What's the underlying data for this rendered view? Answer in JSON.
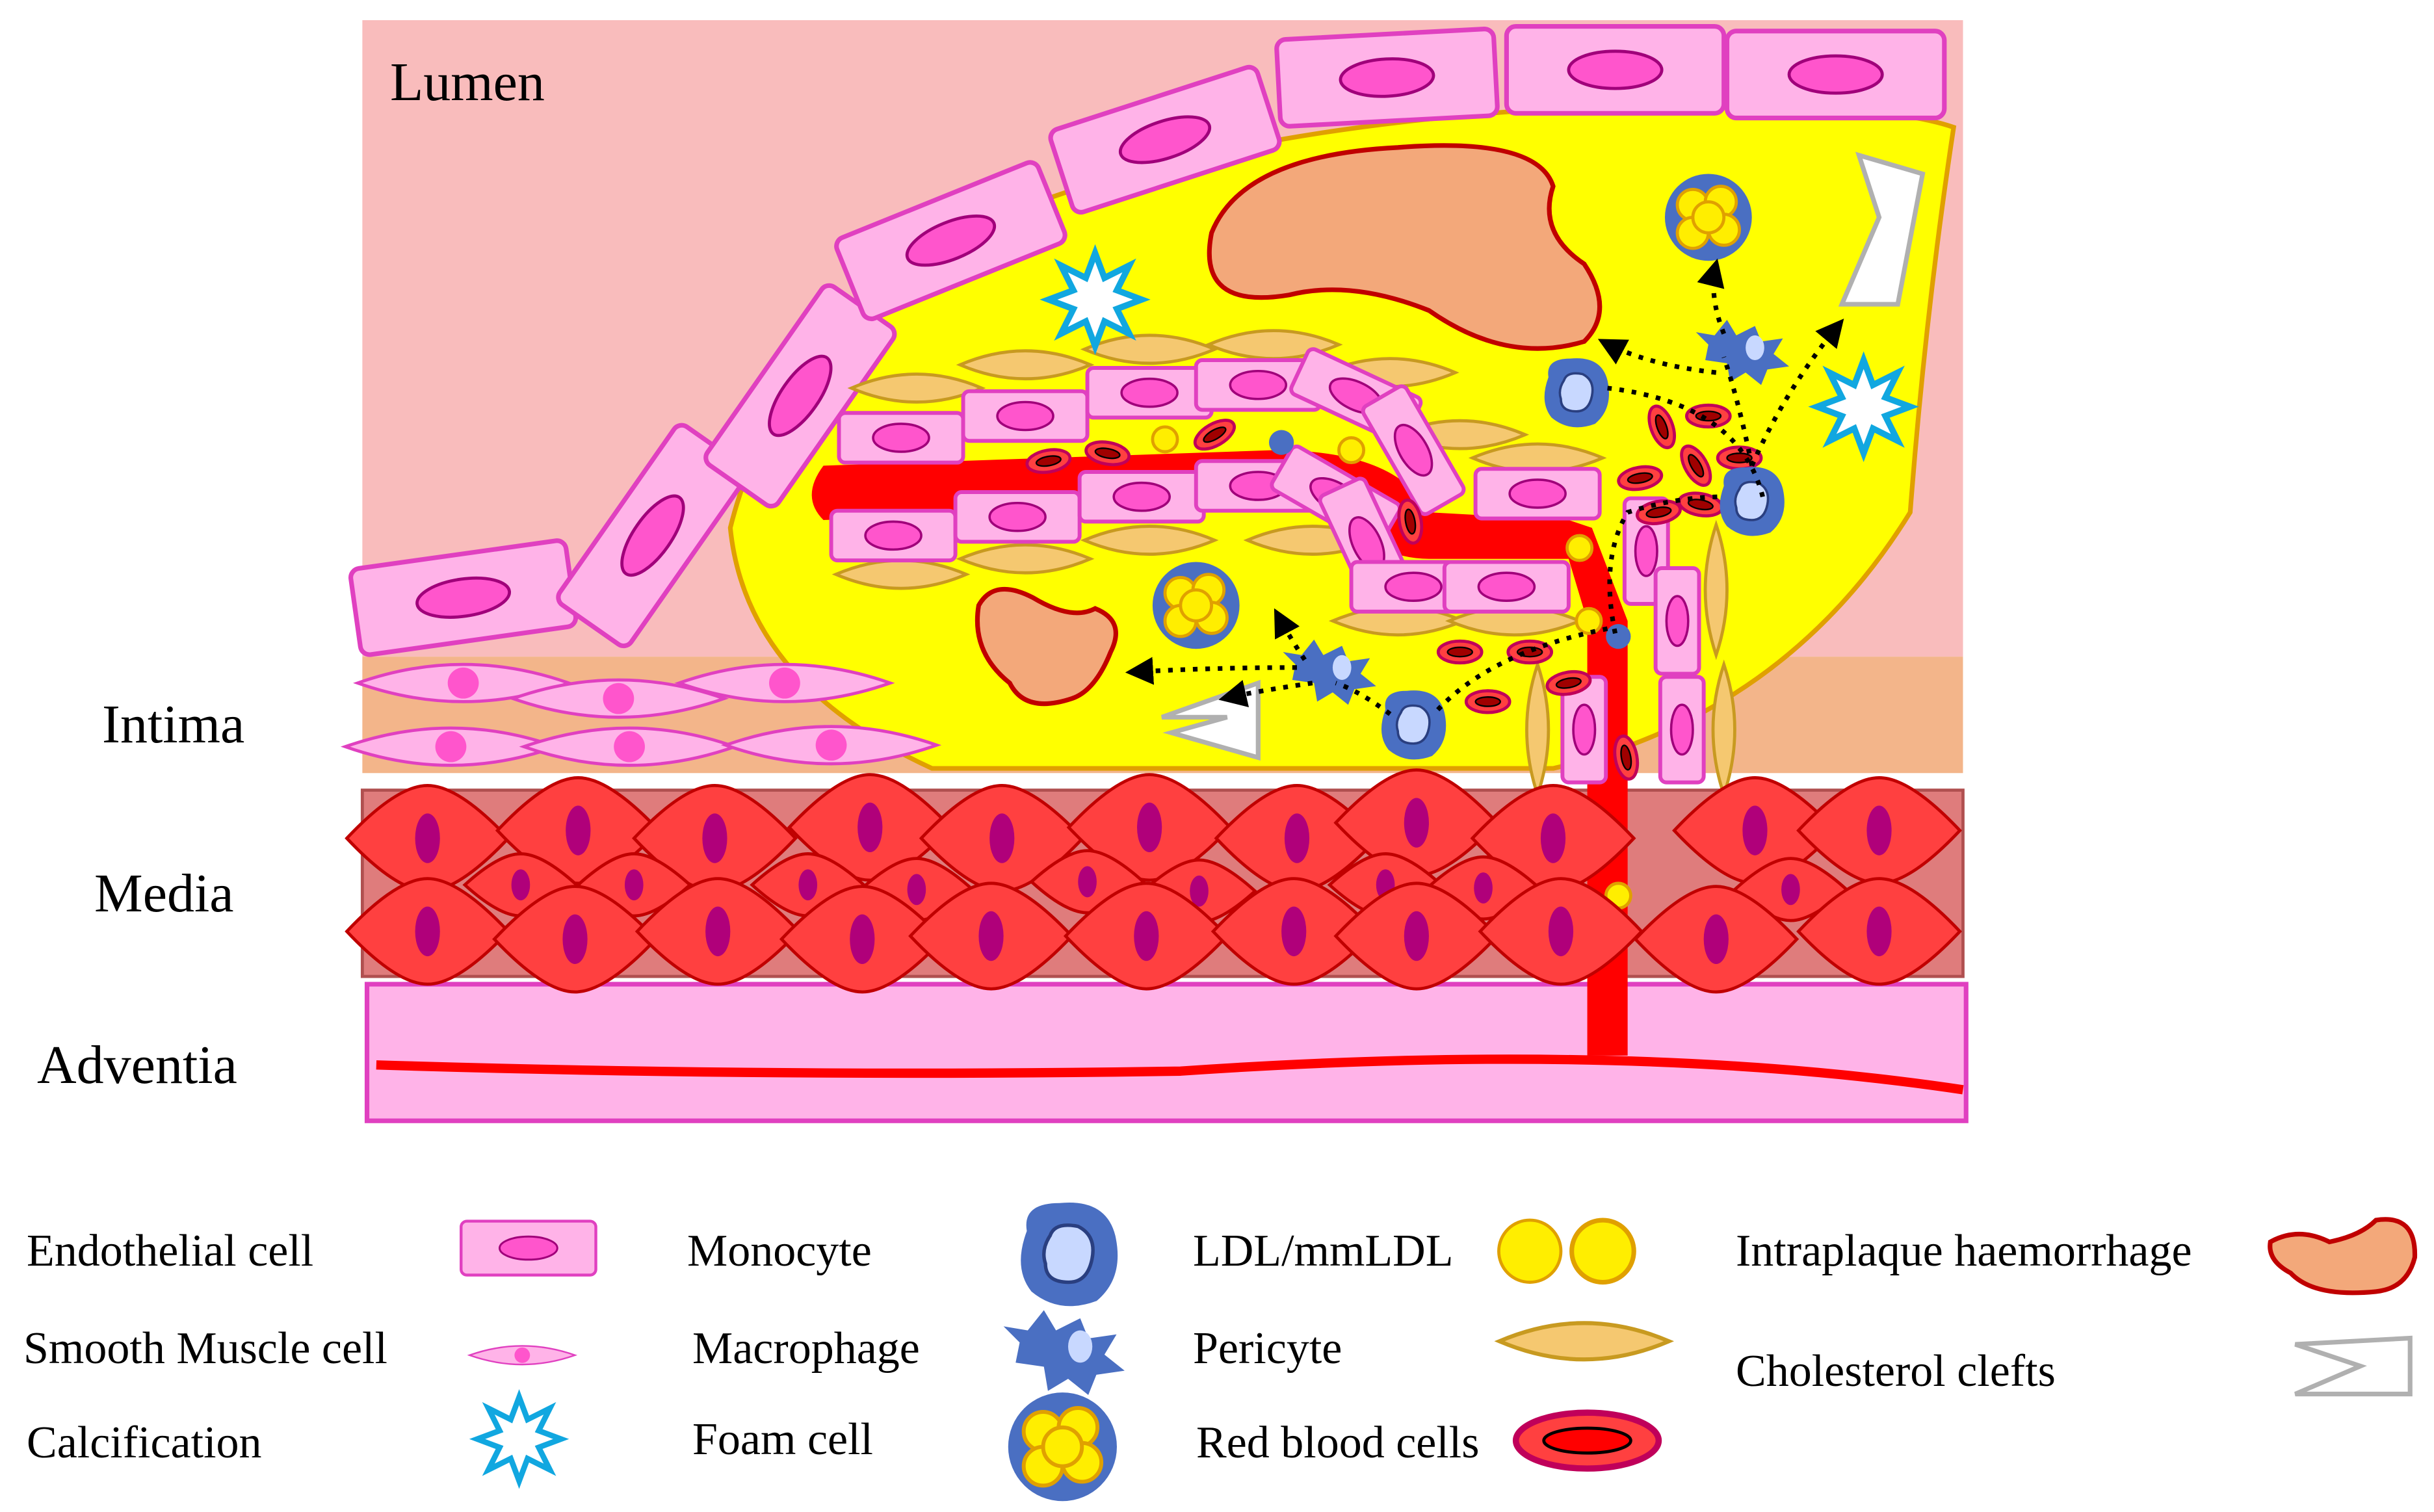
{
  "labels": {
    "lumen": "Lumen",
    "intima": "Intima",
    "media": "Media",
    "adventia": "Adventia"
  },
  "legend": {
    "endothelial": "Endothelial cell",
    "smooth_muscle": "Smooth Muscle cell",
    "calcification": "Calcification",
    "monocyte": "Monocyte",
    "macrophage": "Macrophage",
    "foam_cell": "Foam cell",
    "ldl": "LDL/mmLDL",
    "pericyte": "Pericyte",
    "rbc": "Red blood cells",
    "haemorrhage": "Intraplaque haemorrhage",
    "cholesterol": "Cholesterol clefts"
  },
  "colors": {
    "lumen": "#f9bcbc",
    "intima": "#f3b58a",
    "media": "#df7c7c",
    "adventitia": "#ffb3e8",
    "plaque": "#ffff00",
    "vessel": "#ff0000",
    "endothelial": "#ffb3e8",
    "nucleus": "#ff55cc",
    "smc_cell": "#ff4040",
    "pericyte": "#f5c870",
    "monocyte": "#4a6fc2",
    "ldl": "#ffee00",
    "haemorrhage": "#f3a87a"
  }
}
